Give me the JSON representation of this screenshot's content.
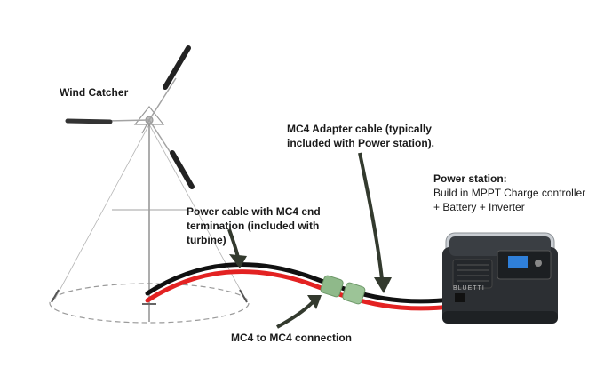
{
  "labels": {
    "wind_catcher": "Wind Catcher",
    "power_cable": "Power cable with MC4 end termination (included with turbine)",
    "mc4_adapter": "MC4 Adapter cable (typically included with Power station).",
    "power_station_title": "Power station:",
    "power_station_desc_1": "Build in MPPT Charge controller",
    "power_station_desc_2": "+ Battery + Inverter",
    "mc4_connection": "MC4 to MC4 connection",
    "brand": "BLUETTI"
  },
  "colors": {
    "cable_red": "#e32222",
    "cable_black": "#111111",
    "connector_green": "#8fb98a",
    "arrow": "#333a2e",
    "station_body": "#2c2f33",
    "station_frame": "#c9cdd2"
  }
}
